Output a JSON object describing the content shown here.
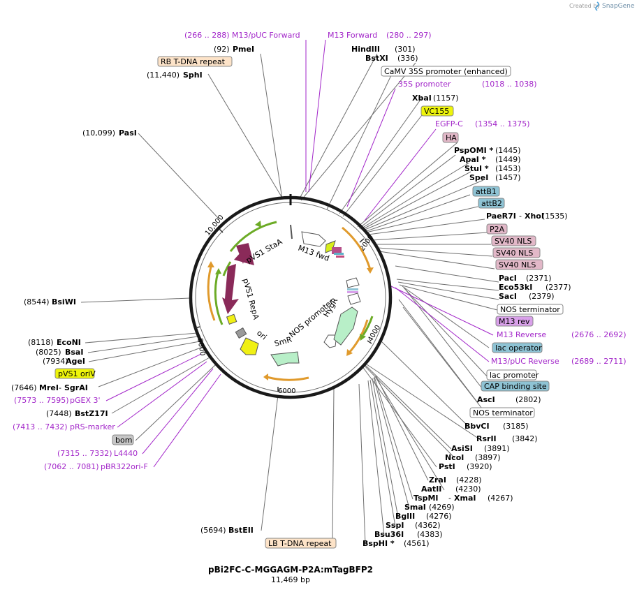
{
  "credit": "Created by",
  "brand": "SnapGene",
  "plasmid": {
    "name": "pBi2FC-C-MGGAGM-P2A:mTagBFP2",
    "size": "11,469 bp",
    "length": 11469
  },
  "ruler_labels": [
    "2000",
    "4000",
    "6000",
    "8000",
    "10,000"
  ],
  "colors": {
    "primer": "#a225c9",
    "feature_green": "#6cab26",
    "feature_orange": "#e09a2c",
    "enzyme_line": "#7a7a7a"
  },
  "sites": [
    {
      "name": "PmeI",
      "pos": "(92)"
    },
    {
      "name": "SphI",
      "pos": "(11,440)"
    },
    {
      "name": "HindIII",
      "pos": "(301)"
    },
    {
      "name": "BstXI",
      "pos": "(336)"
    },
    {
      "name": "PasI",
      "pos": "(10,099)"
    },
    {
      "name": "XbaI",
      "pos": "(1157)"
    },
    {
      "name": "PspOMI *",
      "pos": "(1445)"
    },
    {
      "name": "ApaI *",
      "pos": "(1449)"
    },
    {
      "name": "StuI *",
      "pos": "(1453)"
    },
    {
      "name": "SpeI",
      "pos": "(1457)"
    },
    {
      "name": "PaeR7I",
      "pos": "(1535)",
      "extra": "XhoI"
    },
    {
      "name": "PacI",
      "pos": "(2371)"
    },
    {
      "name": "Eco53kI",
      "pos": "(2377)"
    },
    {
      "name": "SacI",
      "pos": "(2379)"
    },
    {
      "name": "BsiWI",
      "pos": "(8544)"
    },
    {
      "name": "EcoNI",
      "pos": "(8118)"
    },
    {
      "name": "BsaI",
      "pos": "(8025)"
    },
    {
      "name": "AgeI",
      "pos": "(7934)"
    },
    {
      "name": "MreI",
      "pos": "(7646)",
      "extra": "SgrAI"
    },
    {
      "name": "BstZ17I",
      "pos": "(7448)"
    },
    {
      "name": "AscI",
      "pos": "(2802)"
    },
    {
      "name": "BbvCI",
      "pos": "(3185)"
    },
    {
      "name": "RsrII",
      "pos": "(3842)"
    },
    {
      "name": "AsiSI",
      "pos": "(3891)"
    },
    {
      "name": "NcoI",
      "pos": "(3897)"
    },
    {
      "name": "PstI",
      "pos": "(3920)"
    },
    {
      "name": "ZraI",
      "pos": "(4228)"
    },
    {
      "name": "AatII",
      "pos": "(4230)"
    },
    {
      "name": "TspMI",
      "pos": "(4267)",
      "extra": "XmaI"
    },
    {
      "name": "SmaI",
      "pos": "(4269)"
    },
    {
      "name": "BglII",
      "pos": "(4276)"
    },
    {
      "name": "SspI",
      "pos": "(4362)"
    },
    {
      "name": "Bsu36I",
      "pos": "(4383)"
    },
    {
      "name": "BspHI *",
      "pos": "(4561)"
    },
    {
      "name": "BstEII",
      "pos": "(5694)"
    }
  ],
  "primers": [
    {
      "name": "M13/pUC Forward",
      "pos": "(266 .. 288)"
    },
    {
      "name": "M13 Forward",
      "pos": "(280 .. 297)"
    },
    {
      "name": "35S promoter",
      "pos": "(1018 .. 1038)"
    },
    {
      "name": "EGFP-C",
      "pos": "(1354 .. 1375)"
    },
    {
      "name": "M13 Reverse",
      "pos": "(2676 .. 2692)"
    },
    {
      "name": "M13/pUC Reverse",
      "pos": "(2689 .. 2711)"
    },
    {
      "name": "pGEX 3'",
      "pos": "(7573 .. 7595)"
    },
    {
      "name": "pRS-marker",
      "pos": "(7413 .. 7432)"
    },
    {
      "name": "L4440",
      "pos": "(7315 .. 7332)"
    },
    {
      "name": "pBR322ori-F",
      "pos": "(7062 .. 7081)"
    }
  ],
  "boxes": [
    {
      "name": "RB T-DNA repeat",
      "color": "#fde3c8"
    },
    {
      "name": "CaMV 35S promoter (enhanced)",
      "color": "#ffffff"
    },
    {
      "name": "VC155",
      "color": "#eef50a"
    },
    {
      "name": "HA",
      "color": "#e2b8c8"
    },
    {
      "name": "attB1",
      "color": "#8ec3d4"
    },
    {
      "name": "attB2",
      "color": "#8ec3d4"
    },
    {
      "name": "P2A",
      "color": "#e2b8c8"
    },
    {
      "name": "SV40 NLS",
      "color": "#e2b8c8"
    },
    {
      "name": "SV40 NLS",
      "color": "#e2b8c8"
    },
    {
      "name": "SV40 NLS",
      "color": "#e2b8c8"
    },
    {
      "name": "NOS terminator",
      "color": "#ffffff"
    },
    {
      "name": "M13 rev",
      "color": "#d9a0ea"
    },
    {
      "name": "lac operator",
      "color": "#8ec3d4"
    },
    {
      "name": "lac promoter",
      "color": "#ffffff"
    },
    {
      "name": "CAP binding site",
      "color": "#8ec3d4"
    },
    {
      "name": "NOS terminator",
      "color": "#ffffff"
    },
    {
      "name": "pVS1 oriV",
      "color": "#eef50a"
    },
    {
      "name": "bom",
      "color": "#c6c6c6"
    },
    {
      "name": "LB T-DNA repeat",
      "color": "#fde3c8"
    }
  ],
  "inner_labels": [
    "M13 fwd",
    "pVS1 StaA",
    "pVS1 RepA",
    "ori",
    "SmR",
    "NOS promoter",
    "HygR"
  ]
}
